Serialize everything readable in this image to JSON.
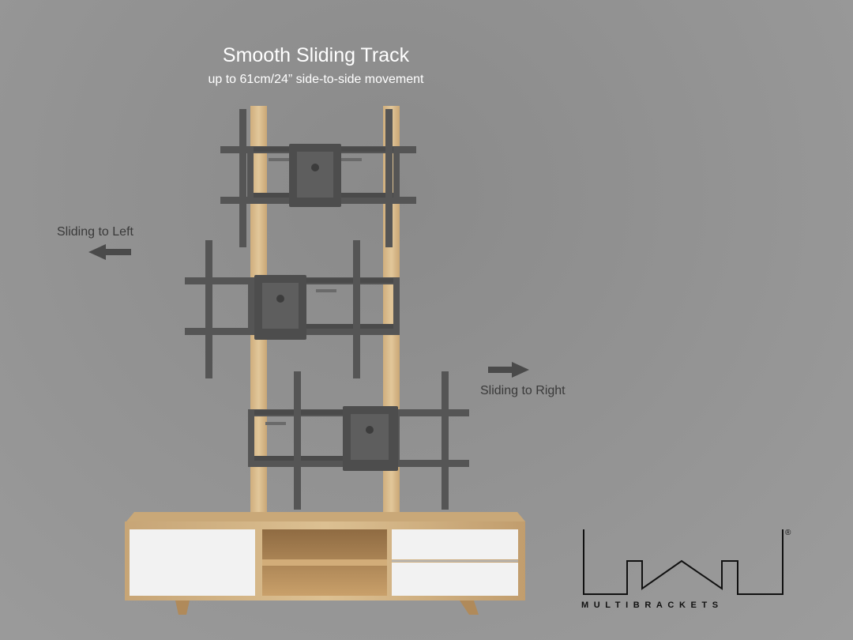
{
  "header": {
    "title": "Smooth Sliding Track",
    "subtitle": "up to 61cm/24” side-to-side movement"
  },
  "directions": {
    "left_label": "Sliding to Left",
    "right_label": "Sliding to Right"
  },
  "brand": {
    "name": "MULTIBRACKETS",
    "registered": "®"
  },
  "colors": {
    "bracket": "#555555",
    "wood": "#d8b98a",
    "cabinet_white": "#f2f2f2",
    "arrow": "#4a4a4a"
  },
  "icons": [
    "arrow-left-icon",
    "arrow-right-icon",
    "multibrackets-logo-icon"
  ]
}
